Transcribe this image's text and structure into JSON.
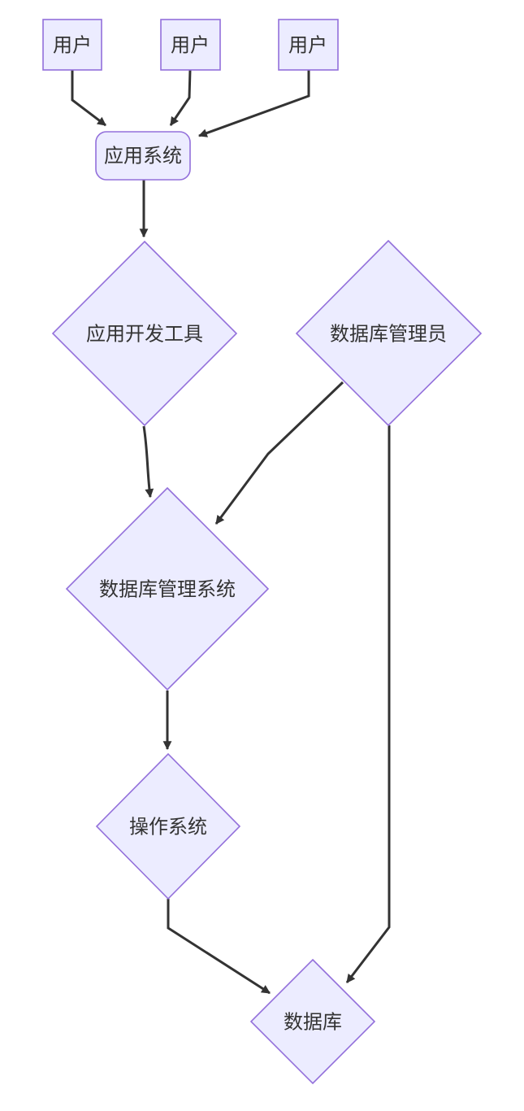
{
  "diagram": {
    "type": "flowchart",
    "direction": "top-down",
    "nodes": {
      "user1": {
        "label": "用户",
        "shape": "rect"
      },
      "user2": {
        "label": "用户",
        "shape": "rect"
      },
      "user3": {
        "label": "用户",
        "shape": "rect"
      },
      "app_system": {
        "label": "应用系统",
        "shape": "rounded-rect"
      },
      "dev_tool": {
        "label": "应用开发工具",
        "shape": "diamond"
      },
      "dba": {
        "label": "数据库管理员",
        "shape": "diamond"
      },
      "dbms": {
        "label": "数据库管理系统",
        "shape": "diamond"
      },
      "os": {
        "label": "操作系统",
        "shape": "diamond"
      },
      "database": {
        "label": "数据库",
        "shape": "diamond"
      }
    },
    "edges": [
      {
        "from": "user1",
        "to": "app_system"
      },
      {
        "from": "user2",
        "to": "app_system"
      },
      {
        "from": "user3",
        "to": "app_system"
      },
      {
        "from": "app_system",
        "to": "dev_tool"
      },
      {
        "from": "dev_tool",
        "to": "dbms"
      },
      {
        "from": "dba",
        "to": "dbms"
      },
      {
        "from": "dbms",
        "to": "os"
      },
      {
        "from": "os",
        "to": "database"
      },
      {
        "from": "dba",
        "to": "database"
      }
    ]
  },
  "theme": {
    "node_fill": "#ECECFF",
    "node_stroke": "#9370DB",
    "edge_color": "#333333",
    "text_color": "#333333",
    "background": "#FFFFFF"
  }
}
